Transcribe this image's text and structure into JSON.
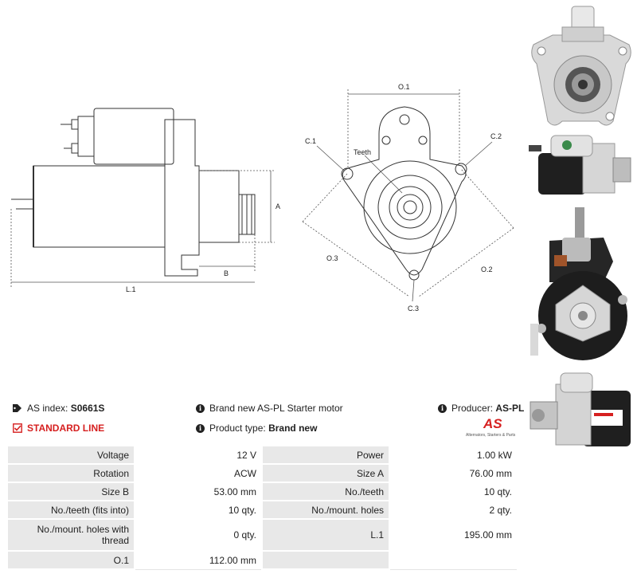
{
  "drawing": {
    "labels": {
      "o1": "O.1",
      "o2": "O.2",
      "o3": "O.3",
      "c1": "C.1",
      "c2": "C.2",
      "c3": "C.3",
      "teeth": "Teeth",
      "a": "A",
      "b": "B",
      "l1": "L.1"
    }
  },
  "info": {
    "index_label": "AS index:",
    "index_value": "S0661S",
    "line_label": "STANDARD LINE",
    "description": "Brand new AS-PL Starter motor",
    "type_label": "Product type:",
    "type_value": "Brand new",
    "producer_label": "Producer:",
    "producer_value": "AS-PL"
  },
  "brand": {
    "mark": "AS",
    "tagline": "Alternators, Starters & Parts"
  },
  "colors": {
    "accent": "#d62020",
    "label_bg": "#e8e8e8"
  },
  "specs": [
    [
      {
        "k": "Voltage",
        "v": "12 V"
      },
      {
        "k": "Power",
        "v": "1.00 kW"
      }
    ],
    [
      {
        "k": "Rotation",
        "v": "ACW"
      },
      {
        "k": "Size A",
        "v": "76.00 mm"
      }
    ],
    [
      {
        "k": "Size B",
        "v": "53.00 mm"
      },
      {
        "k": "No./teeth",
        "v": "10 qty."
      }
    ],
    [
      {
        "k": "No./teeth (fits into)",
        "v": "10 qty."
      },
      {
        "k": "No./mount. holes",
        "v": "2 qty."
      }
    ],
    [
      {
        "k": "No./mount. holes with thread",
        "v": "0 qty."
      },
      {
        "k": "L.1",
        "v": "195.00 mm"
      }
    ],
    [
      {
        "k": "O.1",
        "v": "112.00 mm"
      },
      {
        "k": "",
        "v": ""
      }
    ]
  ]
}
